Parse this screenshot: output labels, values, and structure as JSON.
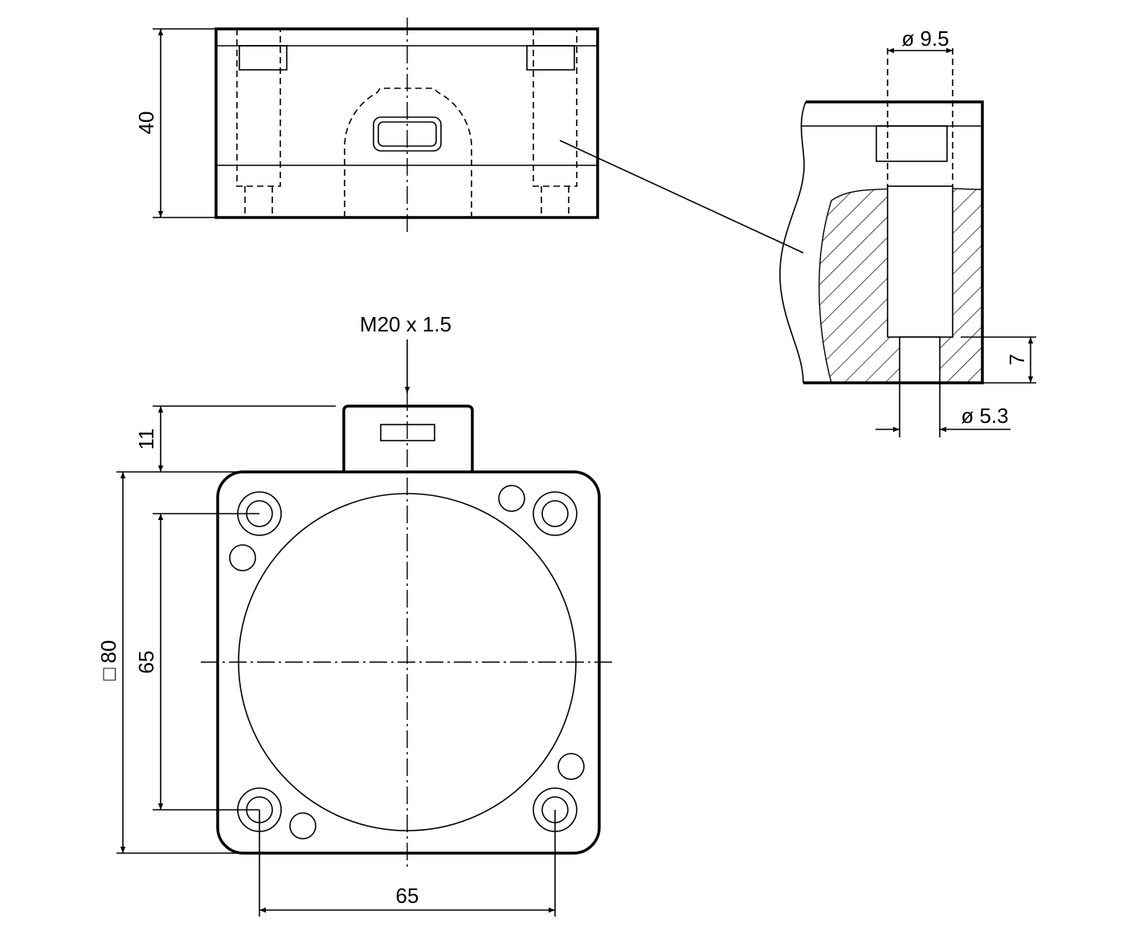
{
  "drawing": {
    "top_view": {
      "height_dim": "40"
    },
    "detail_view": {
      "counterbore_dia": "ø 9.5",
      "hole_dia": "ø 5.3",
      "depth_dim": "7"
    },
    "front_view": {
      "thread_label": "M20 x 1.5",
      "tab_dim": "11",
      "square_symbol": "□",
      "size_dim": "80",
      "hole_spacing_vertical": "65",
      "hole_spacing_horizontal": "65"
    },
    "line_color": "#000000"
  }
}
